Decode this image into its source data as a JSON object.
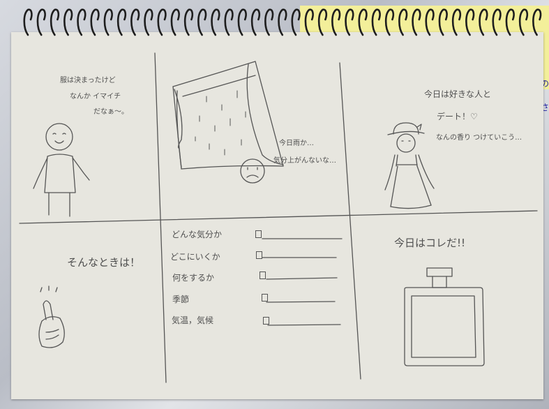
{
  "panels": {
    "panel1": {
      "lines": [
        "服は決まったけど",
        "なんか イマイチ",
        "だなぁ〜。"
      ]
    },
    "panel2": {
      "lines": [
        "今日雨か…",
        "気分上がんないな…"
      ]
    },
    "panel3": {
      "lines": [
        "今日は好きな人と",
        "デート！♡",
        "なんの香り つけていこう…"
      ]
    },
    "panel4": {
      "text": "そんなときは！"
    },
    "panel5": {
      "checklist": [
        "どんな気分か",
        "どこにいくか",
        "何をするか",
        "季節",
        "気温，気候"
      ]
    },
    "panel6": {
      "text": "今日はコレだ!!"
    }
  },
  "colors": {
    "paper": "#e7e6df",
    "pencil": "#4f4f4f",
    "binding": "#1e1e1e",
    "sticky_note": "#f3ef9a",
    "background": "#c9ccd2"
  }
}
